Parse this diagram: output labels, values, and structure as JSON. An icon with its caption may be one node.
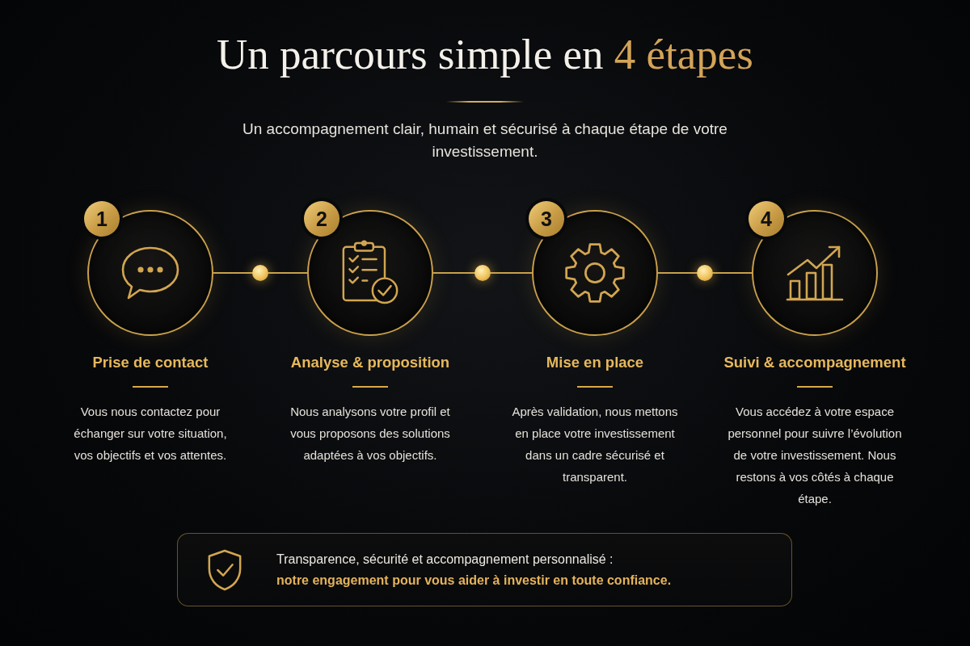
{
  "diagram": {
    "title": "Un parcours simple en 4 étapes",
    "nodes": [
      {
        "text": [
          "1",
          "Prise de contact"
        ],
        "beside": [
          "Vous nous contactez pour échanger sur votre situation, vos objectifs et vos attentes."
        ]
      },
      {
        "text": [
          "2",
          "Analyse & proposition"
        ],
        "beside": [
          "Nous analysons votre profil et vous proposons des solutions adaptées à vos objectifs."
        ]
      },
      {
        "text": [
          "3",
          "Mise en place"
        ],
        "beside": [
          "Après validation, nous mettons en place votre investissement dans un cadre sécurisé et transparent."
        ]
      },
      {
        "text": [
          "4",
          "Suivi & accompagnement"
        ],
        "beside": [
          "Vous accédez à votre espace personnel pour suivre l’évolution de votre investissement. Nous restons à vos côtés à chaque étape."
        ]
      },
      {
        "text": [
          "Transparence, sécurité et accompagnement personnalisé :",
          "notre engagement pour vous aider à investir en toute confiance."
        ]
      }
    ],
    "edges": [
      {
        "from": 0,
        "to": 1,
        "arrow": "none"
      },
      {
        "from": 1,
        "to": 2,
        "arrow": "none"
      },
      {
        "from": 2,
        "to": 3,
        "arrow": "none"
      }
    ],
    "labels": [
      "Un accompagnement clair, humain et sécurisé à chaque étape de votre investissement."
    ]
  }
}
